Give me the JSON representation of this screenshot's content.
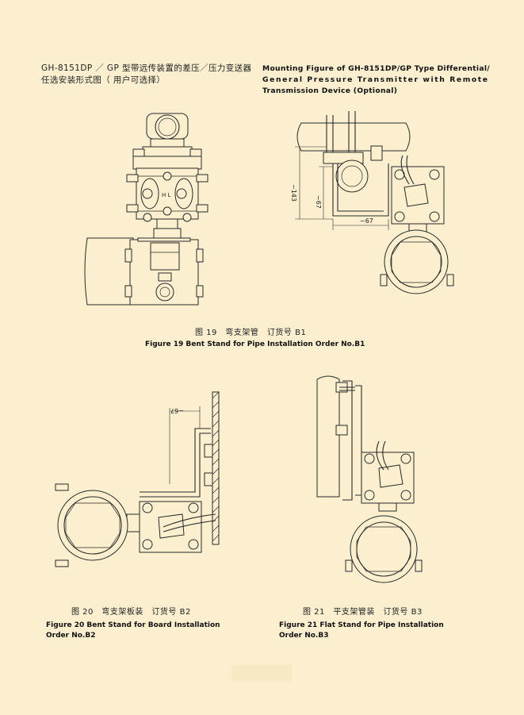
{
  "header": {
    "cn_line1": "GH-8151DP ／ GP 型带远传装置的差压／压力变送器",
    "cn_line2": "任选安装形式图（ 用户可选择）",
    "en_line1": "Mounting Figure of GH-8151DP/GP Type Differential/",
    "en_line2": "General Pressure Transmitter with Remote",
    "en_line3": "Transmission Device (Optional)"
  },
  "figure19": {
    "caption_cn": "图 19　弯支架管　订货号 B1",
    "caption_en": "Figure 19 Bent Stand for Pipe Installation  Order No.B1",
    "dim_143": "~143",
    "dim_67_v": "~67",
    "dim_67_h": "~67",
    "body_mark": "H    L"
  },
  "figure20": {
    "caption_cn": "图 20　弯支架板装　订货号 B2",
    "caption_en_line1": "Figure 20 Bent Stand for Board Installation",
    "caption_en_line2": "Order No.B2",
    "dim_67": "~67"
  },
  "figure21": {
    "caption_cn": "图 21　平支架管装　订货号 B3",
    "caption_en_line1": "Figure 21 Flat Stand for Pipe Installation",
    "caption_en_line2": "Order No.B3"
  }
}
